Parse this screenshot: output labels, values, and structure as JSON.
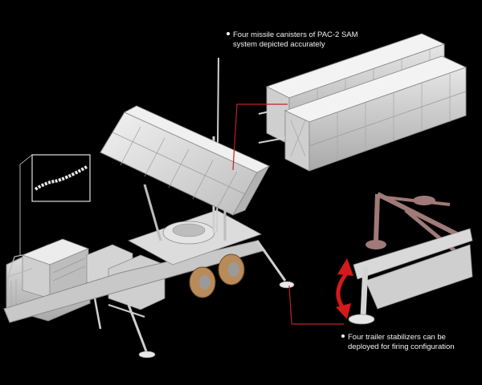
{
  "callouts": {
    "canisters_line1": "Four missile canisters of PAC-2 SAM",
    "canisters_line2": "system depicted accurately",
    "stabilizers_line1": "Four trailer stabilizers can be",
    "stabilizers_line2": "deployed for firing configuration"
  },
  "colors": {
    "background": "#000000",
    "model_gray": "#d9d9d9",
    "leader_red": "#c0202a",
    "arrow_red": "#d41a1a",
    "stabilizer_highlight": "#a07a78",
    "wheel_tan": "#b98a5a"
  }
}
